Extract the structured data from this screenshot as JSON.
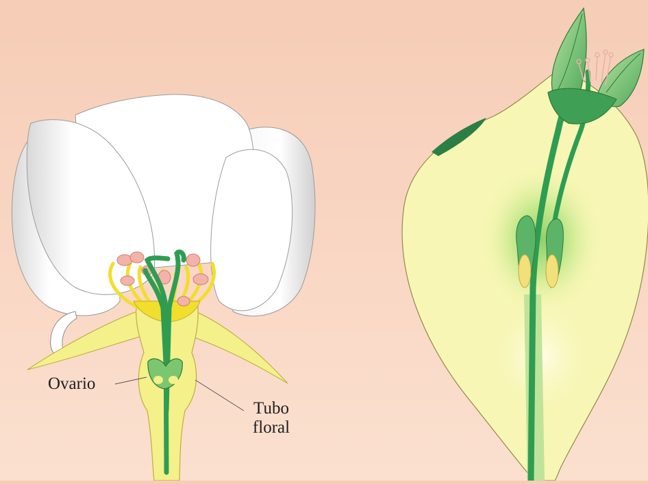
{
  "labels": {
    "ovary": "Ovario",
    "floral_tube_line1": "Tubo",
    "floral_tube_line2": "floral"
  },
  "colors": {
    "background": "#f8d2bd",
    "petal": "#ffffff",
    "petal_shadow": "#d9d9d9",
    "sepal": "#f4f08a",
    "stamen": "#f2de2c",
    "anther": "#f3b3a8",
    "pistil": "#2e9d52",
    "fruit_flesh": "#f7f6b4",
    "leaf": "#7fc97a"
  }
}
